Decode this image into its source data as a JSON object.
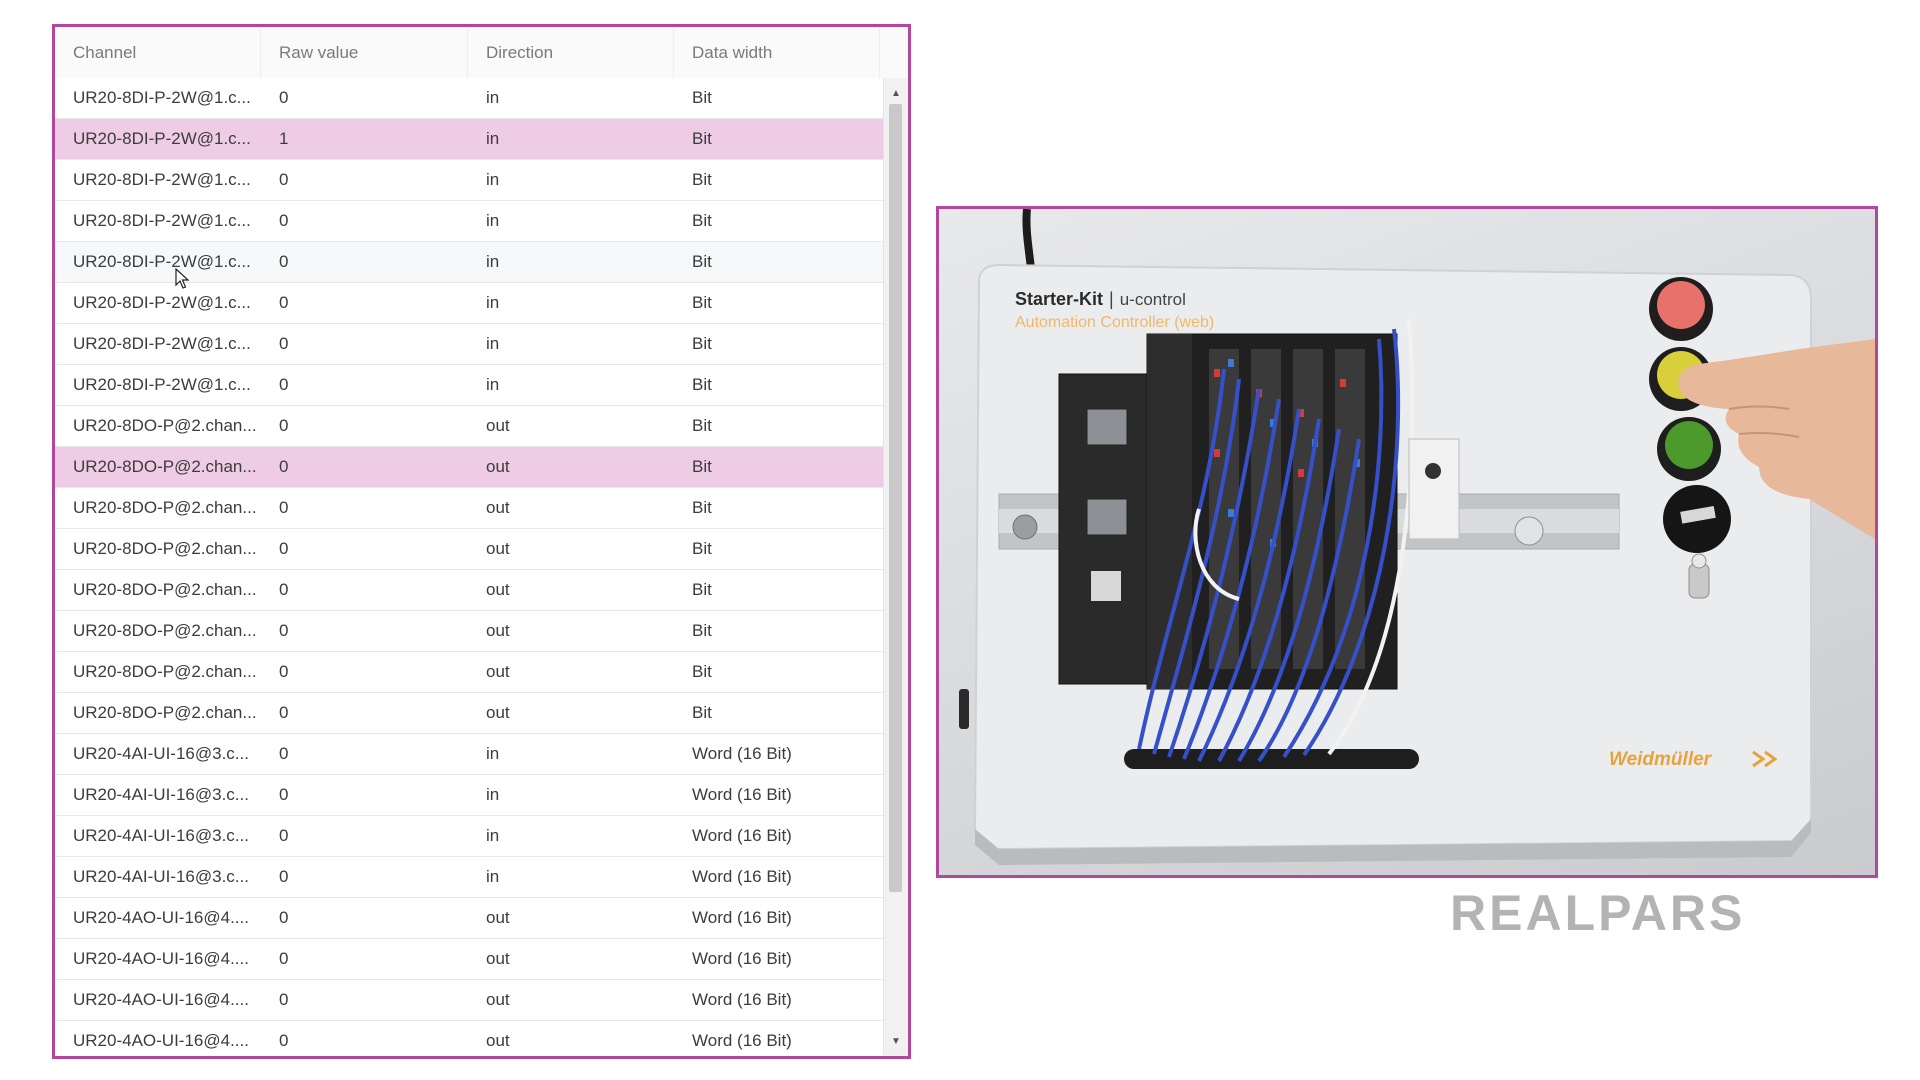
{
  "table": {
    "columns": [
      "Channel",
      "Raw value",
      "Direction",
      "Data width"
    ],
    "rows": [
      {
        "channel": "UR20-8DI-P-2W@1.c...",
        "raw": "0",
        "direction": "in",
        "width": "Bit"
      },
      {
        "channel": "UR20-8DI-P-2W@1.c...",
        "raw": "1",
        "direction": "in",
        "width": "Bit",
        "selected": true
      },
      {
        "channel": "UR20-8DI-P-2W@1.c...",
        "raw": "0",
        "direction": "in",
        "width": "Bit"
      },
      {
        "channel": "UR20-8DI-P-2W@1.c...",
        "raw": "0",
        "direction": "in",
        "width": "Bit"
      },
      {
        "channel": "UR20-8DI-P-2W@1.c...",
        "raw": "0",
        "direction": "in",
        "width": "Bit",
        "hover": true
      },
      {
        "channel": "UR20-8DI-P-2W@1.c...",
        "raw": "0",
        "direction": "in",
        "width": "Bit"
      },
      {
        "channel": "UR20-8DI-P-2W@1.c...",
        "raw": "0",
        "direction": "in",
        "width": "Bit"
      },
      {
        "channel": "UR20-8DI-P-2W@1.c...",
        "raw": "0",
        "direction": "in",
        "width": "Bit"
      },
      {
        "channel": "UR20-8DO-P@2.chan...",
        "raw": "0",
        "direction": "out",
        "width": "Bit"
      },
      {
        "channel": "UR20-8DO-P@2.chan...",
        "raw": "0",
        "direction": "out",
        "width": "Bit",
        "selected": true
      },
      {
        "channel": "UR20-8DO-P@2.chan...",
        "raw": "0",
        "direction": "out",
        "width": "Bit"
      },
      {
        "channel": "UR20-8DO-P@2.chan...",
        "raw": "0",
        "direction": "out",
        "width": "Bit"
      },
      {
        "channel": "UR20-8DO-P@2.chan...",
        "raw": "0",
        "direction": "out",
        "width": "Bit"
      },
      {
        "channel": "UR20-8DO-P@2.chan...",
        "raw": "0",
        "direction": "out",
        "width": "Bit"
      },
      {
        "channel": "UR20-8DO-P@2.chan...",
        "raw": "0",
        "direction": "out",
        "width": "Bit"
      },
      {
        "channel": "UR20-8DO-P@2.chan...",
        "raw": "0",
        "direction": "out",
        "width": "Bit"
      },
      {
        "channel": "UR20-4AI-UI-16@3.c...",
        "raw": "0",
        "direction": "in",
        "width": "Word (16 Bit)"
      },
      {
        "channel": "UR20-4AI-UI-16@3.c...",
        "raw": "0",
        "direction": "in",
        "width": "Word (16 Bit)"
      },
      {
        "channel": "UR20-4AI-UI-16@3.c...",
        "raw": "0",
        "direction": "in",
        "width": "Word (16 Bit)"
      },
      {
        "channel": "UR20-4AI-UI-16@3.c...",
        "raw": "0",
        "direction": "in",
        "width": "Word (16 Bit)"
      },
      {
        "channel": "UR20-4AO-UI-16@4....",
        "raw": "0",
        "direction": "out",
        "width": "Word (16 Bit)"
      },
      {
        "channel": "UR20-4AO-UI-16@4....",
        "raw": "0",
        "direction": "out",
        "width": "Word (16 Bit)"
      },
      {
        "channel": "UR20-4AO-UI-16@4....",
        "raw": "0",
        "direction": "out",
        "width": "Word (16 Bit)"
      },
      {
        "channel": "UR20-4AO-UI-16@4....",
        "raw": "0",
        "direction": "out",
        "width": "Word (16 Bit)"
      }
    ]
  },
  "photo": {
    "kit_title": "Starter-Kit",
    "kit_separator": "|",
    "kit_subtitle": "u-control",
    "kit_tagline": "Automation Controller (web)",
    "brand": "Weidmüller"
  },
  "logo": "REALPARS",
  "colors": {
    "accent_border": "#b3479d",
    "selected_row": "#efcce5",
    "button_red": "#e9716b",
    "button_yellow": "#d8cf3a",
    "button_green": "#4c9a2c",
    "brand_orange": "#e9a23b"
  }
}
